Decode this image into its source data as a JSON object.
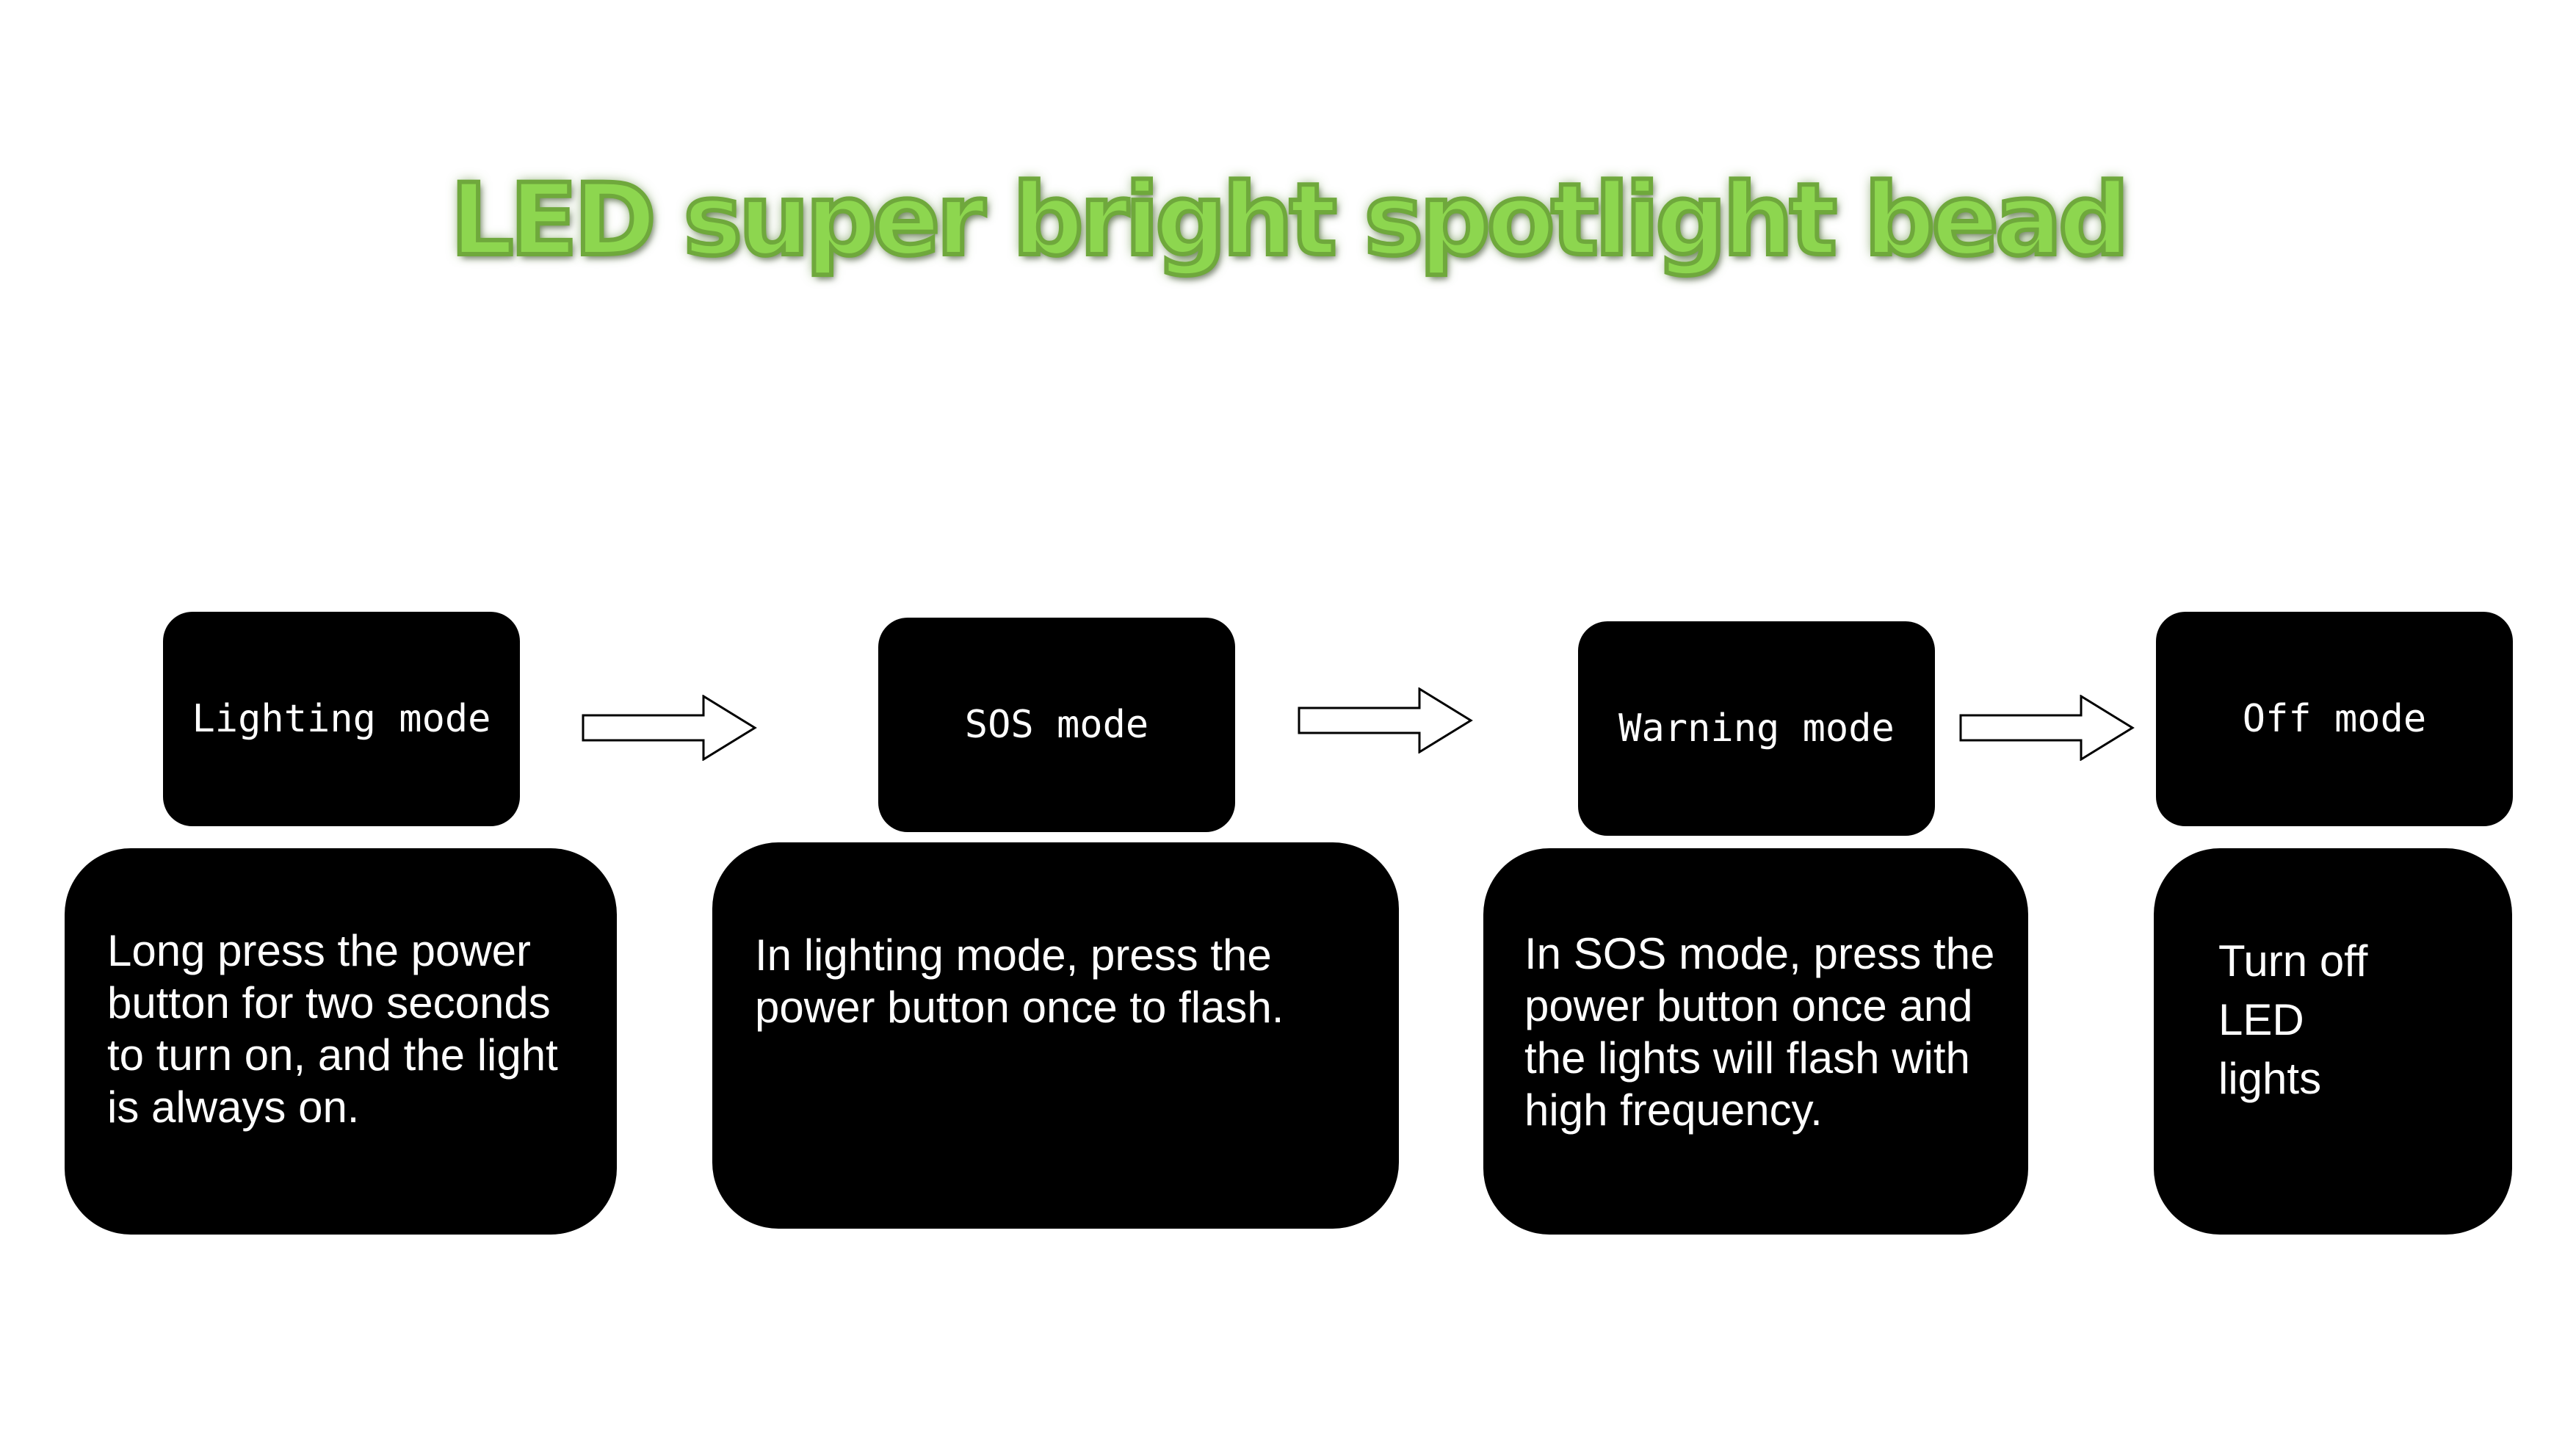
{
  "title": "LED super bright spotlight bead",
  "modes": [
    {
      "label": "Lighting mode",
      "description": "Long press the power button for two seconds to turn on, and the light is always on."
    },
    {
      "label": "SOS mode",
      "description": "In lighting mode, press the power button once to flash."
    },
    {
      "label": "Warning mode",
      "description": "In SOS mode, press the power button once and the lights will flash with high frequency."
    },
    {
      "label": "Off mode",
      "description": "Turn off LED lights"
    }
  ],
  "colors": {
    "title_green": "#8dd64f",
    "box_fill": "#000000",
    "box_text": "#ffffff"
  },
  "icons": [
    "right-arrow-icon",
    "right-arrow-icon",
    "right-arrow-icon"
  ]
}
